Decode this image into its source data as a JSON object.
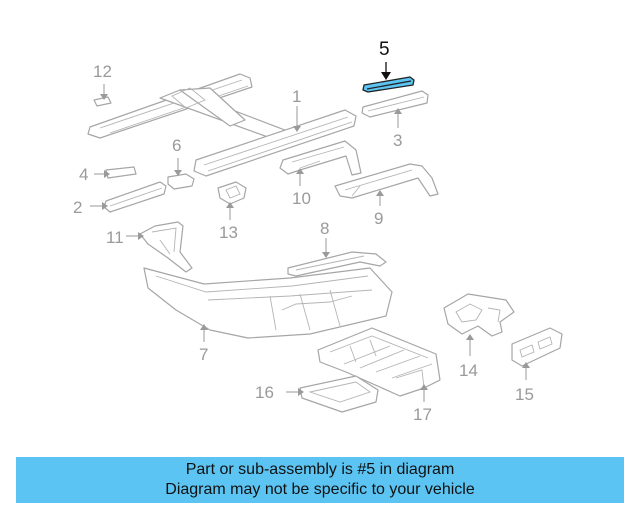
{
  "colors": {
    "highlight_part": "#5bc4f2",
    "banner_background": "#5bc4f2",
    "line_gray": "#a6a6a6",
    "callout_gray": "#9a9a9a"
  },
  "callouts": {
    "c1": "1",
    "c2": "2",
    "c3": "3",
    "c4": "4",
    "c5": "5",
    "c6": "6",
    "c7": "7",
    "c8": "8",
    "c9": "9",
    "c10": "10",
    "c11": "11",
    "c12": "12",
    "c13": "13",
    "c14": "14",
    "c15": "15",
    "c16": "16",
    "c17": "17"
  },
  "highlighted_part": "5",
  "banner": {
    "line1": "Part or sub-assembly is #5 in diagram",
    "line2": "Diagram may not be specific to your vehicle"
  }
}
